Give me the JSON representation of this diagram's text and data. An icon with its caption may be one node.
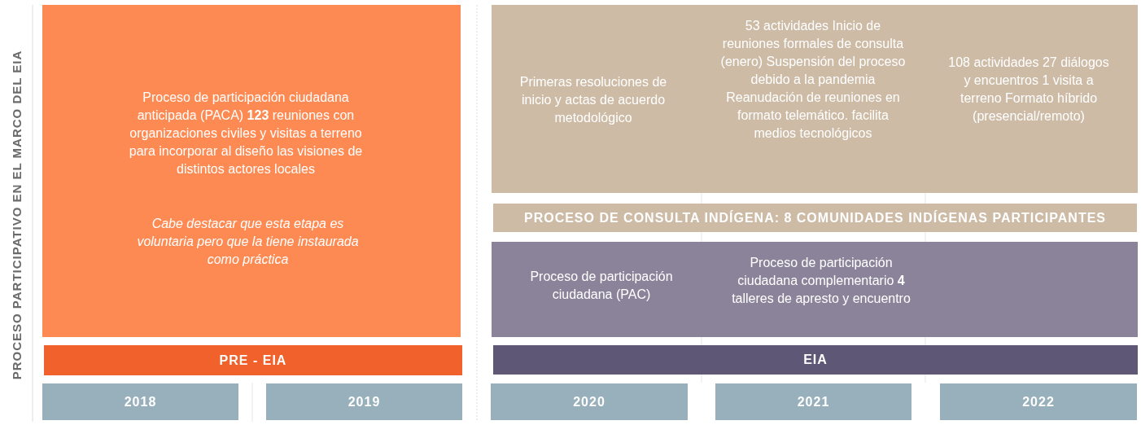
{
  "diagram": {
    "nodes": [
      {
        "text": [
          "Proceso de participación ciudadana anticipada (PACA) **123** reuniones con organizaciones civiles y visitas a terreno para incorporar al diseño las visiones de distintos actores locales",
          "Cabe destacar que esta etapa es voluntaria pero que la tiene instaurada como práctica"
        ]
      },
      {
        "text": [
          "PRE - EIA"
        ]
      },
      {
        "text": [
          "2018"
        ]
      },
      {
        "text": [
          "2019"
        ]
      },
      {
        "text": [
          "Primeras resoluciones de inicio y actas de acuerdo metodológico",
          "53 actividades Inicio de reuniones formales de consulta (enero) Suspensión del proceso debido a la pandemia Reanudación de reuniones en formato telemático. facilita medios tecnológicos",
          "108 actividades 27 diálogos y encuentros 1 visita a terreno Formato híbrido (presencial/remoto)"
        ]
      },
      {
        "text": [
          "PROCESO DE CONSULTA INDÍGENA: 8 COMUNIDADES INDÍGENAS PARTICIPANTES"
        ]
      },
      {
        "text": [
          "Proceso de participación ciudadana (PAC)",
          "Proceso de participación ciudadana complementario **4** talleres de apresto y encuentro"
        ]
      },
      {
        "text": [
          "EIA"
        ]
      },
      {
        "text": [
          "2020"
        ]
      },
      {
        "text": [
          "2021"
        ]
      },
      {
        "text": [
          "2022"
        ]
      }
    ],
    "labels": [
      "PROCESO PARTICIPATIVO EN EL MARCO DEL EIA"
    ]
  }
}
